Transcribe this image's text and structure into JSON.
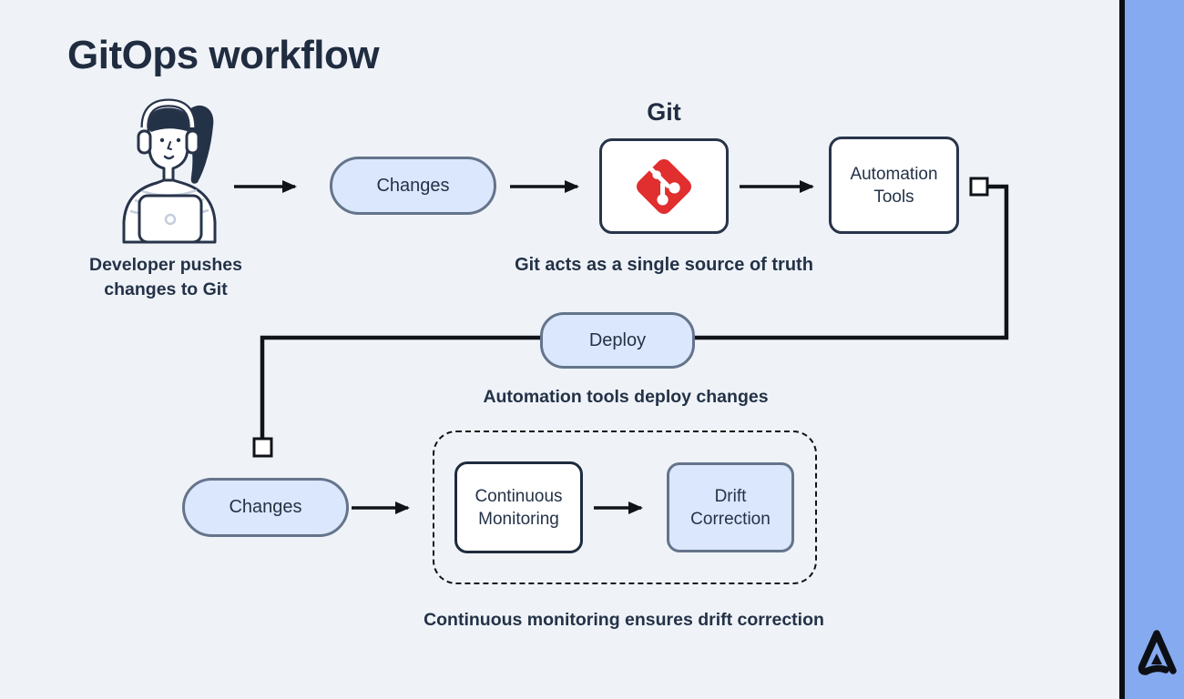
{
  "title": "GitOps workflow",
  "nodes": {
    "developer_caption": "Developer pushes changes to Git",
    "changes_top": "Changes",
    "git_heading": "Git",
    "git_caption": "Git acts as a single source of truth",
    "automation_tools": "Automation Tools",
    "deploy": "Deploy",
    "deploy_caption": "Automation tools deploy changes",
    "changes_bottom": "Changes",
    "continuous_monitoring": "Continuous Monitoring",
    "drift_correction": "Drift Correction",
    "monitoring_caption": "Continuous monitoring ensures drift correction"
  },
  "icons": {
    "developer": "developer-illustration",
    "git": "git-diamond-logo",
    "brand": "triangle-a-logo-mark"
  },
  "colors": {
    "background": "#eff3f8",
    "navy_text": "#243247",
    "box_border_navy": "#28344a",
    "pill_fill": "#dbe7fc",
    "pill_border": "#64748b",
    "git_red": "#e12e2e",
    "line_black": "#101318",
    "sidebar_blue": "#86aaf0",
    "sidebar_divider": "#0c0f14"
  }
}
